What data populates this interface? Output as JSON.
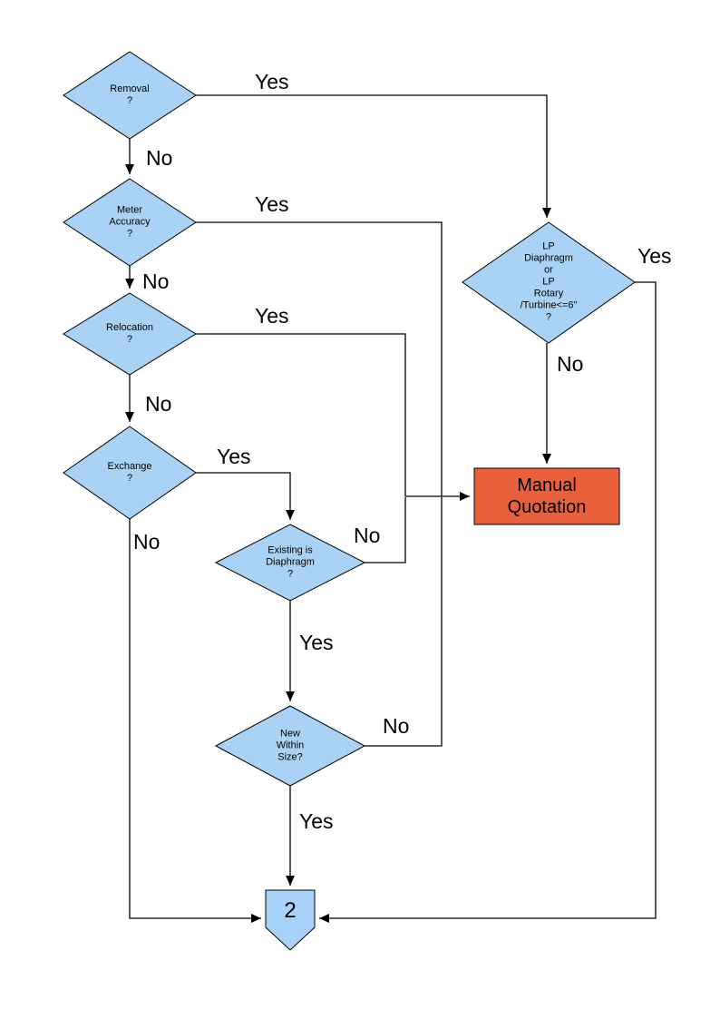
{
  "colors": {
    "decision_fill": "#A9D2F4",
    "offpage_fill": "#A9D2FA",
    "process_fill": "#E8613C",
    "line": "#000000"
  },
  "nodes": {
    "removal": {
      "label": "Removal\n?"
    },
    "meter_accuracy": {
      "label": "Meter\nAccuracy\n?"
    },
    "relocation": {
      "label": "Relocation\n?"
    },
    "exchange": {
      "label": "Exchange\n?"
    },
    "existing_diaphragm": {
      "label": "Existing is\nDiaphragm\n?"
    },
    "new_within_size": {
      "label": "New\nWithin\nSize?"
    },
    "lp_meter": {
      "label": "LP\nDiaphragm\nor\nLP\nRotary\n/Turbine<=6\"\n?"
    },
    "manual_quotation": {
      "label": "Manual\nQuotation"
    },
    "connector_2": {
      "label": "2"
    }
  },
  "labels": {
    "removal_yes": "Yes",
    "removal_no": "No",
    "meter_yes": "Yes",
    "meter_no": "No",
    "relocation_yes": "Yes",
    "relocation_no": "No",
    "exchange_yes": "Yes",
    "exchange_no": "No",
    "existing_yes": "Yes",
    "existing_no": "No",
    "new_yes": "Yes",
    "new_no": "No",
    "lp_yes": "Yes",
    "lp_no": "No"
  }
}
